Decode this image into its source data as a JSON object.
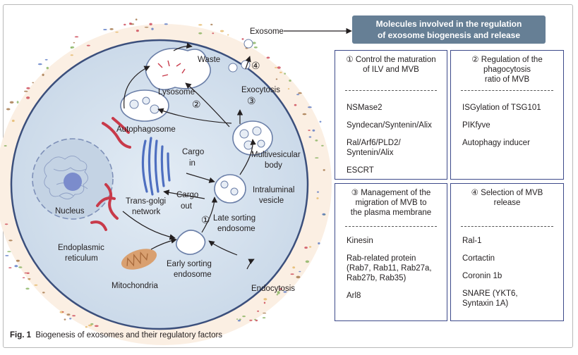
{
  "figure": {
    "caption_prefix": "Fig. 1",
    "caption_text": "Biogenesis of exosomes and their regulatory factors"
  },
  "cell_labels": {
    "exosome": "Exosome",
    "waste": "Waste",
    "lysosome": "Lysosome",
    "exocytosis": "Exocytosis",
    "autophagosome": "Autophagosome",
    "cargo_in_1": "Cargo",
    "cargo_in_2": "in",
    "mvb_1": "Multivesicular",
    "mvb_2": "body",
    "nucleus": "Nucleus",
    "trans_golgi_1": "Trans-golgi",
    "trans_golgi_2": "network",
    "cargo_out_1": "Cargo",
    "cargo_out_2": "out",
    "intraluminal_1": "Intraluminal",
    "intraluminal_2": "vesicle",
    "late_sorting_1": "Late sorting",
    "late_sorting_2": "endosome",
    "er_1": "Endoplasmic",
    "er_2": "reticulum",
    "early_sorting_1": "Early sorting",
    "early_sorting_2": "endosome",
    "mitochondria": "Mitochondria",
    "endocytosis": "Endocytosis",
    "num_1": "①",
    "num_2": "②",
    "num_3": "③",
    "num_4": "④"
  },
  "header": {
    "line1": "Molecules involved in the regulation",
    "line2": "of exosome biogenesis and release"
  },
  "boxes": [
    {
      "title": [
        "① Control the maturation",
        "of ILV and MVB"
      ],
      "items": [
        "NSMase2",
        "Syndecan/Syntenin/Alix",
        "Ral/Arf6/PLD2/\nSyntenin/Alix",
        "ESCRT"
      ]
    },
    {
      "title": [
        "② Regulation of the",
        "phagocytosis",
        "ratio of MVB"
      ],
      "items": [
        "ISGylation of TSG101",
        "PIKfyve",
        "Autophagy inducer"
      ]
    },
    {
      "title": [
        "③ Management of the",
        "migration of MVB to",
        "the plasma membrane"
      ],
      "items": [
        "Kinesin",
        "Rab-related protein\n(Rab7, Rab11, Rab27a,\nRab27b, Rab35)",
        "Arl8"
      ]
    },
    {
      "title": [
        "④ Selection of MVB",
        "release"
      ],
      "items": [
        "Ral-1",
        "Cortactin",
        "Coronin 1b",
        "SNARE (YKT6,\nSyntaxin 1A)"
      ]
    }
  ],
  "colors": {
    "cytoplasm": "#d5e2ef",
    "membrane": "#3b4f7c",
    "extracellular": "#fbefe3",
    "header_bg": "#667f95",
    "box_border": "#3d4a8a",
    "er": "#c83a4a",
    "golgi": "#4e6fc0",
    "nucleus": "#7b8ccc",
    "mitochondria": "#d9a070"
  }
}
